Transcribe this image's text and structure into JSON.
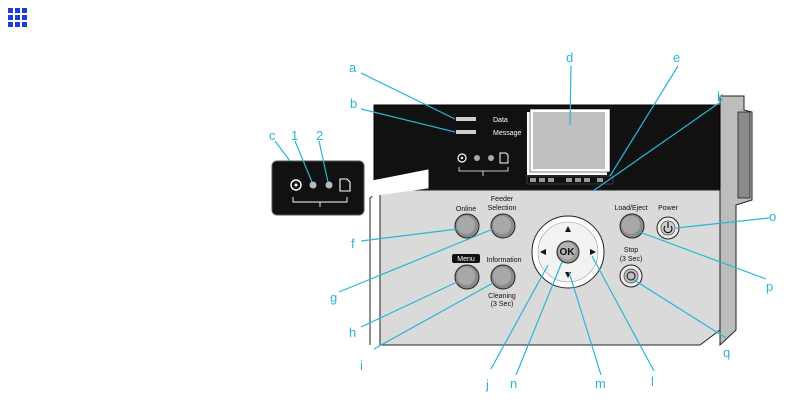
{
  "icon": "grid-menu-icon",
  "colors": {
    "callout": "#29b6d6",
    "panel_dark": "#111111",
    "panel_light": "#d9d9d9",
    "grid_icon": "#1a3fd8"
  },
  "indicators": {
    "data": "Data",
    "message": "Message"
  },
  "buttons": {
    "online": "Online",
    "feeder_selection_line1": "Feeder",
    "feeder_selection_line2": "Selection",
    "menu": "Menu",
    "information": "Information",
    "cleaning_line1": "Cleaning",
    "cleaning_line2": "(3 Sec)",
    "load_eject": "Load/Eject",
    "power": "Power",
    "stop_line1": "Stop",
    "stop_line2": "(3 Sec)",
    "ok": "OK"
  },
  "callouts": {
    "a": "a",
    "b": "b",
    "c": "c",
    "d": "d",
    "e": "e",
    "f": "f",
    "g": "g",
    "h": "h",
    "i": "i",
    "j": "j",
    "k": "k",
    "l": "l",
    "m": "m",
    "n": "n",
    "o": "o",
    "p": "p",
    "q": "q",
    "one": "1",
    "two": "2"
  }
}
